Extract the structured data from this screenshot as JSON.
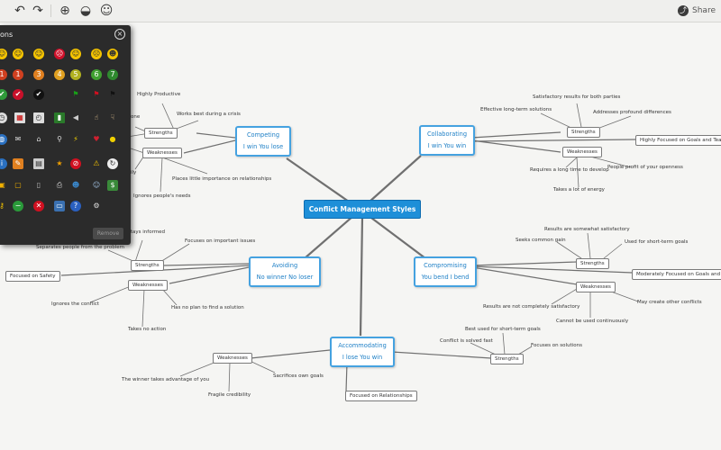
{
  "toolbar": {
    "undo_icon": "undo-icon",
    "redo_icon": "redo-icon",
    "add_icon": "add-node-icon",
    "style_icon": "style-icon",
    "emoticon_icon": "emoticon-icon",
    "share_label": "Share"
  },
  "panel": {
    "title": "ons",
    "remove_label": "Remove"
  },
  "map": {
    "central": "Conflict Management Styles",
    "competing": {
      "title": "Competing",
      "subtitle": "I win You lose"
    },
    "collaborating": {
      "title": "Collaborating",
      "subtitle": "I win You win"
    },
    "avoiding": {
      "title": "Avoiding",
      "subtitle": "No winner No loser"
    },
    "compromising": {
      "title": "Compromising",
      "subtitle": "You bend I bend"
    },
    "accommodating": {
      "title": "Accommodating",
      "subtitle": "I lose You win"
    },
    "labels": {
      "competing_strengths": "Strengths",
      "competing_weaknesses": "Weaknesses",
      "highly_productive": "Highly Productive",
      "works_best_crisis": "Works best during a crisis",
      "one": "one",
      "places_little": "Places little importance on relationships",
      "ignores_peoples": "Ignores people's needs",
      "ily": "ily",
      "collab_strengths": "Strengths",
      "collab_weaknesses": "Weaknesses",
      "satisfactory_both": "Satisfactory results for both parties",
      "effective_long": "Effective long-term solutions",
      "addresses_profound": "Addresses profound differences",
      "highly_focused": "Highly Focused on Goals and Team",
      "requires_long": "Requires a long time to develop",
      "people_profit": "People profit of your openness",
      "takes_energy": "Takes a lot of energy",
      "avoid_strengths": "Strengths",
      "avoid_weaknesses": "Weaknesses",
      "stays_informed": "stays informed",
      "separates_people": "Separates people from the problem",
      "focuses_important": "Focuses on important issues",
      "focused_safety": "Focused on Safety",
      "ignores_conflict": "Ignores the conflict",
      "no_plan": "Has no plan to find a solution",
      "takes_no_action": "Takes no action",
      "comp_strengths": "Strengths",
      "comp_weaknesses": "Weaknesses",
      "results_somewhat": "Results are somewhat satisfactory",
      "seeks_common": "Seeks common gain",
      "short_term_goals": "Used for short-term goals",
      "moderately_focused": "Moderately Focused on Goals and Re",
      "results_not_complete": "Results are not completely satisfactory",
      "may_create": "May create other conflicts",
      "cannot_continuously": "Cannot be used continuously",
      "acc_strengths": "Strengths",
      "acc_weaknesses": "Weaknesses",
      "best_short_term": "Best used for short-term goals",
      "conflict_solved": "Conflict is solved fast",
      "focuses_solutions": "Focuses on solutions",
      "sacrifices_goals": "Sacrifices own goals",
      "winner_advantage": "The winner takes advantage of you",
      "fragile_credibility": "Fragile credibility",
      "focused_relationships": "Focused on Relationships"
    }
  },
  "colors": {
    "topic_border": "#45a2e0",
    "central": "#1e8fd8",
    "link": "#6b6b6b"
  }
}
